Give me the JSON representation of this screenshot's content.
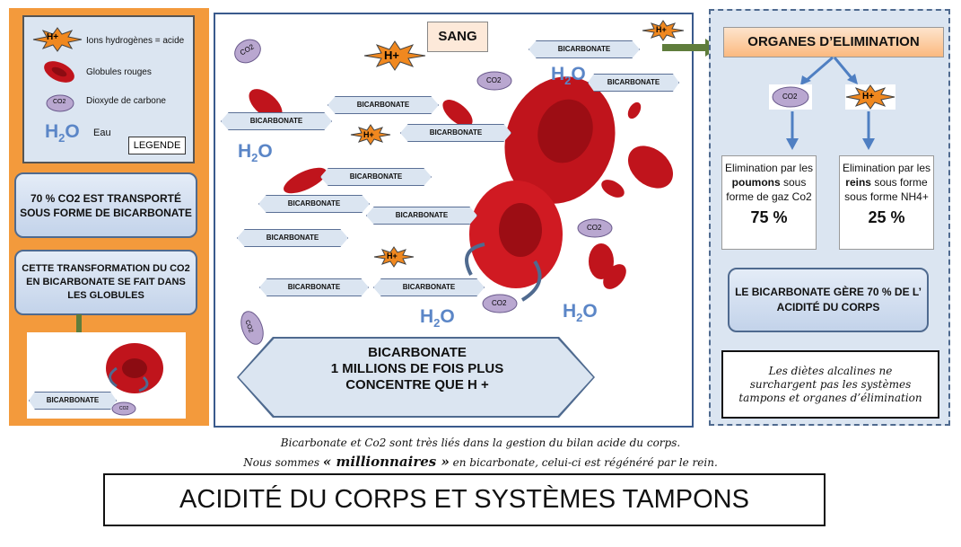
{
  "legend": {
    "h_plus_icon": "H+",
    "h_plus_label": "Ions hydrogènes = acide",
    "globules_label": "Globules rouges",
    "co2_icon": "CO2",
    "co2_label": "Dioxyde de carbone",
    "eau_label": "Eau",
    "tag": "LEGENDE"
  },
  "left": {
    "info_70": "70 % CO2 EST TRANSPORTÉ SOUS FORME DE BICARBONATE",
    "info_transfo": "CETTE TRANSFORMATION DU CO2 EN BICARBONATE SE FAIT DANS LES GLOBULES",
    "mini_bicarb": "BICARBONATE",
    "mini_co2": "CO2"
  },
  "center": {
    "sang": "SANG",
    "bicarbonate": "BICARBONATE",
    "h_plus": "H+",
    "co2": "CO2",
    "big_line1": "BICARBONATE",
    "big_line2": "1 MILLIONS DE FOIS PLUS",
    "big_line3": "CONCENTRE QUE H +"
  },
  "right": {
    "organes": "ORGANES D’ELIMINATION",
    "co2": "CO2",
    "h_plus": "H+",
    "poumons_pre": "Elimination par les ",
    "poumons_bold": "poumons",
    "poumons_post": " sous forme de gaz Co2",
    "poumons_pct": "75 %",
    "reins_pre": "Elimination par les ",
    "reins_bold": "reins",
    "reins_post": " sous forme sous forme NH4+",
    "reins_pct": "25 %",
    "gere": "LE BICARBONATE GÈRE 70 % DE L’ ACIDITÉ DU CORPS",
    "dietes": "Les diètes alcalines ne surchargent pas les systèmes tampons et organes d’élimination"
  },
  "footer": {
    "line1": "Bicarbonate et Co2 sont très liés dans la gestion du bilan acide du corps.",
    "line2_pre": "Nous sommes ",
    "line2_bold": "« millionnaires »",
    "line2_post": " en bicarbonate, celui-ci est régénéré par le rein.",
    "title": "ACIDITÉ DU CORPS ET SYSTÈMES TAMPONS"
  },
  "colors": {
    "orange_panel": "#f39a3c",
    "blue_light": "#dbe5f1",
    "blue_border": "#4f6a8f",
    "blood_red": "#c0141c",
    "co2_purple": "#b9a7d0",
    "arrow_green": "#5f7d3c"
  }
}
